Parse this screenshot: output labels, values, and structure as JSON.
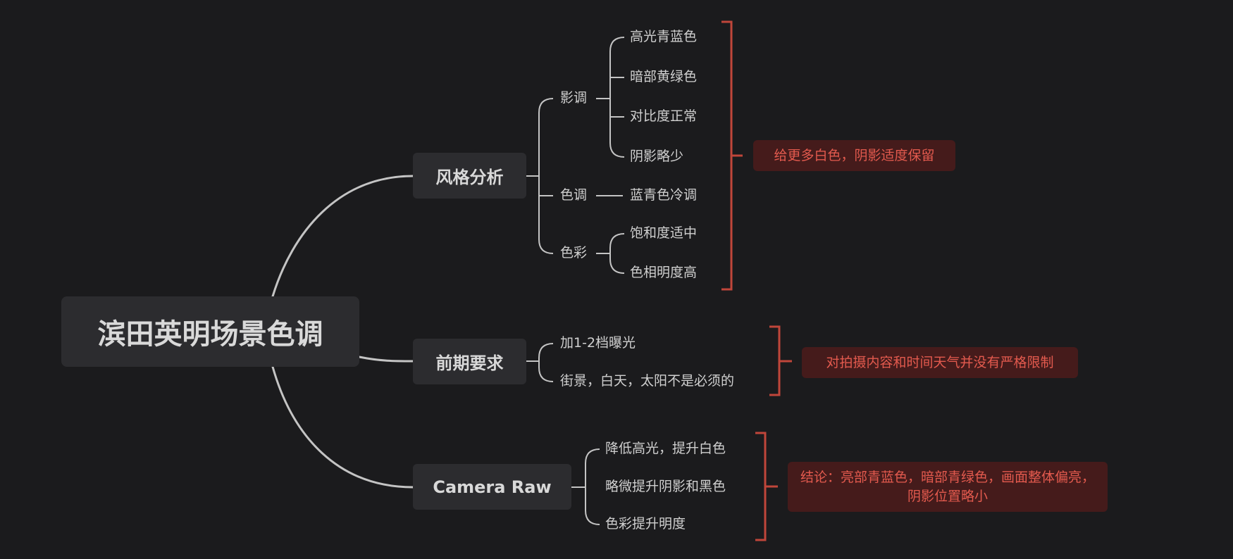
{
  "root": {
    "label": "滨田英明场景色调"
  },
  "branches": {
    "style": {
      "label": "风格分析",
      "groups": {
        "tone": {
          "label": "影调",
          "items": [
            "高光青蓝色",
            "暗部黄绿色",
            "对比度正常",
            "阴影略少"
          ]
        },
        "hue": {
          "label": "色调",
          "items": [
            "蓝青色冷调"
          ]
        },
        "color": {
          "label": "色彩",
          "items": [
            "饱和度适中",
            "色相明度高"
          ]
        }
      },
      "note": "给更多白色，阴影适度保留"
    },
    "pre": {
      "label": "前期要求",
      "items": [
        "加1-2档曝光",
        "街景，白天，太阳不是必须的"
      ],
      "note": "对拍摄内容和时间天气并没有严格限制"
    },
    "camera_raw": {
      "label": "Camera Raw",
      "items": [
        "降低高光，提升白色",
        "略微提升阴影和黑色",
        "色彩提升明度"
      ],
      "note": "结论：亮部青蓝色，暗部青绿色，画面整体偏亮，阴影位置略小"
    }
  },
  "colors": {
    "background": "#1b1b1d",
    "node_fill": "#2c2c2f",
    "connector": "#c4c4c4",
    "bracket": "#c0463a",
    "note_fill": "#451b1b",
    "note_text": "#e35a4e"
  }
}
